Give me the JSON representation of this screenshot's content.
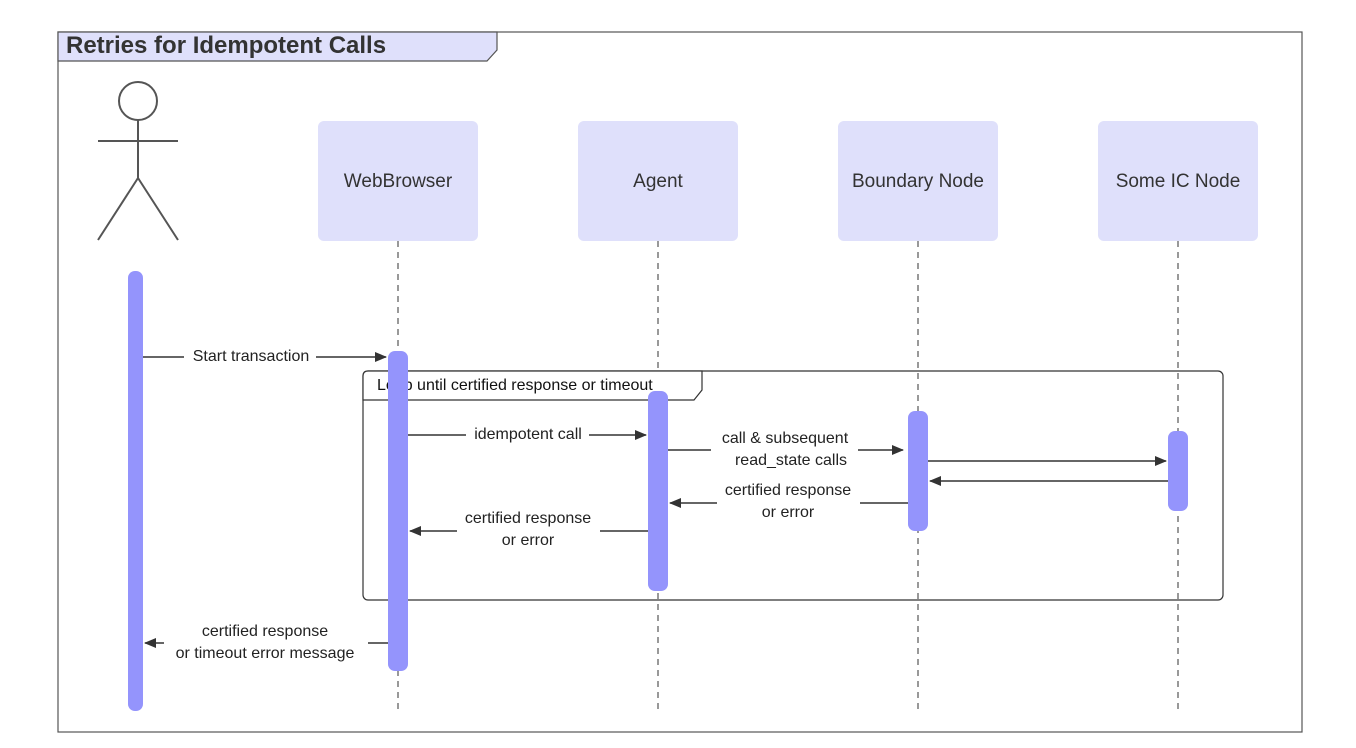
{
  "diagram": {
    "title": "Retries for Idempotent Calls",
    "participants": [
      {
        "id": "webbrowser",
        "label": "WebBrowser"
      },
      {
        "id": "agent",
        "label": "Agent"
      },
      {
        "id": "boundary",
        "label": "Boundary Node"
      },
      {
        "id": "icnode",
        "label": "Some IC Node"
      }
    ],
    "loop": {
      "label": "Loop until certified response or timeout"
    },
    "messages": [
      {
        "id": "start",
        "lines": [
          "Start transaction"
        ]
      },
      {
        "id": "idem",
        "lines": [
          "idempotent call"
        ]
      },
      {
        "id": "call",
        "lines": [
          "call & subsequent",
          "read_state calls"
        ]
      },
      {
        "id": "resp_boundary",
        "lines": [
          "certified response",
          "or error"
        ]
      },
      {
        "id": "resp_agent",
        "lines": [
          "certified response",
          "or error"
        ]
      },
      {
        "id": "resp_final",
        "lines": [
          "certified response",
          "or timeout error message"
        ]
      }
    ],
    "colors": {
      "participant_box": "#dfe0fb",
      "activation": "#9494fc",
      "title_bg": "#dfe0fb",
      "line": "#333333"
    }
  }
}
